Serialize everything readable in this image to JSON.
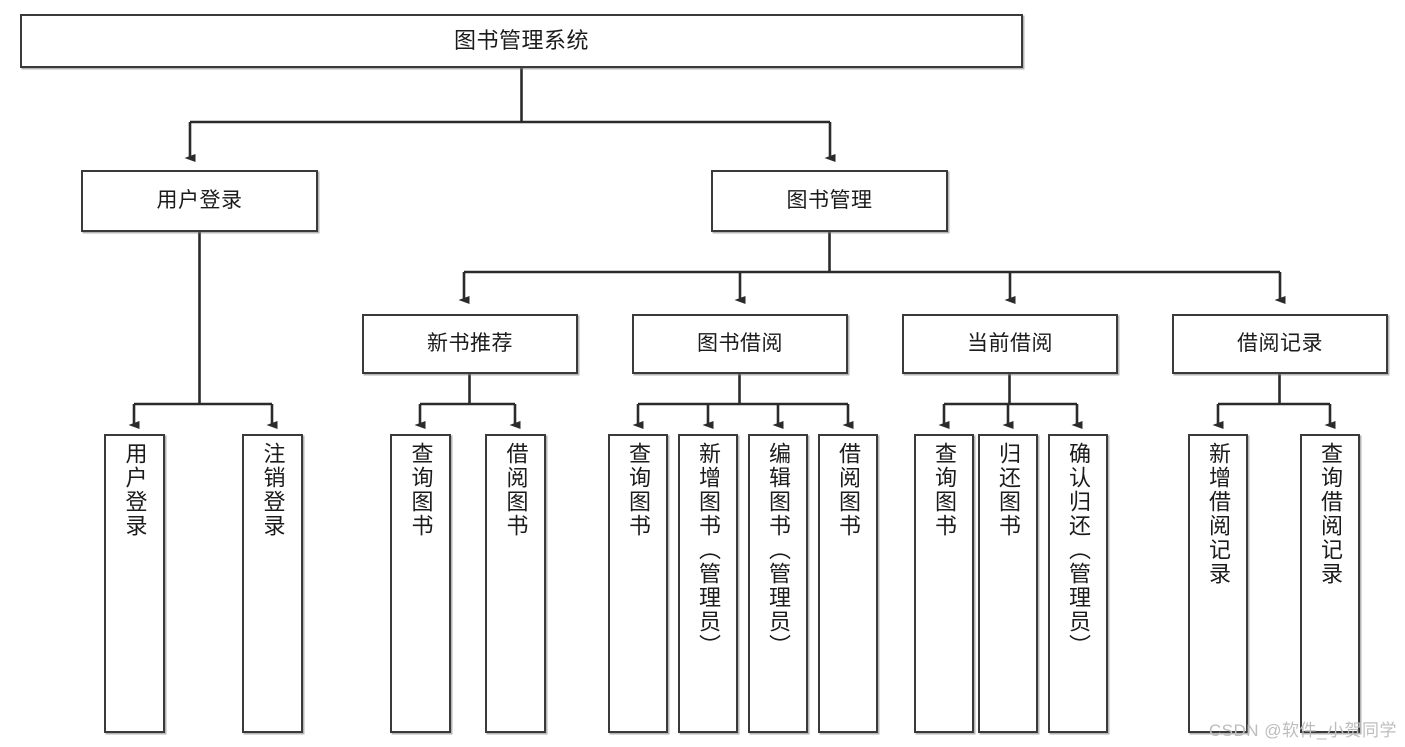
{
  "diagram": {
    "type": "tree",
    "title": "图书管理系统",
    "watermark": "CSDN @软件_小贺同学",
    "colors": {
      "box_border": "#3a3a3a",
      "box_fill": "#ffffff",
      "connector": "#2b2b2b",
      "watermark": "#bdbdbd"
    },
    "nodes": {
      "root": {
        "label": "图书管理系统"
      },
      "level1": [
        {
          "label": "用户登录"
        },
        {
          "label": "图书管理"
        }
      ],
      "level2": [
        {
          "label": "新书推荐"
        },
        {
          "label": "图书借阅"
        },
        {
          "label": "当前借阅"
        },
        {
          "label": "借阅记录"
        }
      ],
      "leaves": [
        {
          "label": "用户登录",
          "parent": "用户登录"
        },
        {
          "label": "注销登录",
          "parent": "用户登录"
        },
        {
          "label": "查询图书",
          "parent": "新书推荐"
        },
        {
          "label": "借阅图书",
          "parent": "新书推荐"
        },
        {
          "label": "查询图书",
          "parent": "图书借阅"
        },
        {
          "label": "新增图书（管理员）",
          "parent": "图书借阅"
        },
        {
          "label": "编辑图书（管理员）",
          "parent": "图书借阅"
        },
        {
          "label": "借阅图书",
          "parent": "图书借阅"
        },
        {
          "label": "查询图书",
          "parent": "当前借阅"
        },
        {
          "label": "归还图书",
          "parent": "当前借阅"
        },
        {
          "label": "确认归还（管理员）",
          "parent": "当前借阅"
        },
        {
          "label": "新增借阅记录",
          "parent": "借阅记录"
        },
        {
          "label": "查询借阅记录",
          "parent": "借阅记录"
        }
      ]
    }
  }
}
